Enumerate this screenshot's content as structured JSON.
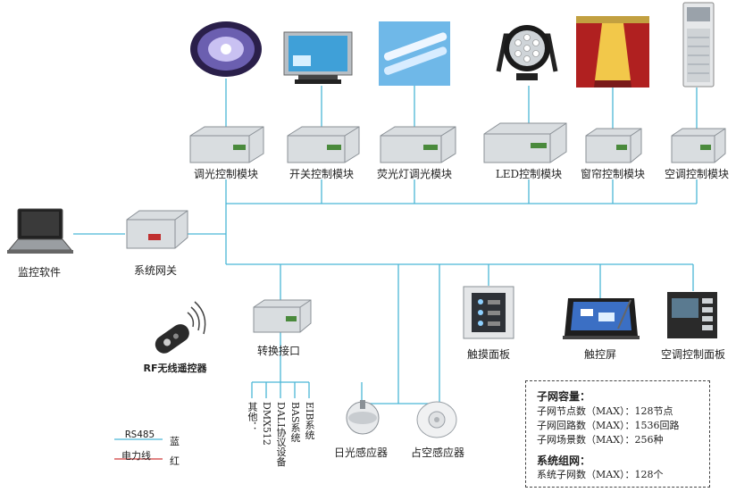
{
  "colors": {
    "bus_line": "#4ab6d6",
    "module_body": "#d9dde0",
    "module_dark": "#8a9096",
    "terminal": "#4a8a3c"
  },
  "top_devices": [
    {
      "icon": "chandelier-icon",
      "label": "调光控制模块"
    },
    {
      "icon": "tv-icon",
      "label": "开关控制模块"
    },
    {
      "icon": "fluorescent-lamp-icon",
      "label": "荧光灯调光模块"
    },
    {
      "icon": "led-spotlight-icon",
      "label": "LED控制模块"
    },
    {
      "icon": "curtain-icon",
      "label": "窗帘控制模块"
    },
    {
      "icon": "air-conditioner-icon",
      "label": "空调控制模块"
    }
  ],
  "left": {
    "monitor_label": "监控软件",
    "gateway_label": "系统网关"
  },
  "converter": {
    "label": "转换接口",
    "remote_label": "RF无线遥控器",
    "outputs": [
      "其他：",
      "DMX512",
      "DALI协议设备",
      "BAS系统",
      "EIB系统"
    ]
  },
  "sensors": [
    "日光感应器",
    "占空感应器"
  ],
  "panels": [
    "触摸面板",
    "触控屏",
    "空调控制面板"
  ],
  "info": {
    "subnet_title": "子网容量：",
    "subnet_rows": [
      "子网节点数（MAX）：128节点",
      "子网回路数（MAX）：1536回路",
      "子网场景数（MAX）：256种"
    ],
    "system_title": "系统组网：",
    "system_rows": [
      "系统子网数（MAX）：128个"
    ]
  },
  "legend": [
    {
      "name": "RS485",
      "color_label": "蓝",
      "color": "#4ab6d6"
    },
    {
      "name": "电力线",
      "color_label": "红",
      "color": "#d03a3a"
    }
  ]
}
